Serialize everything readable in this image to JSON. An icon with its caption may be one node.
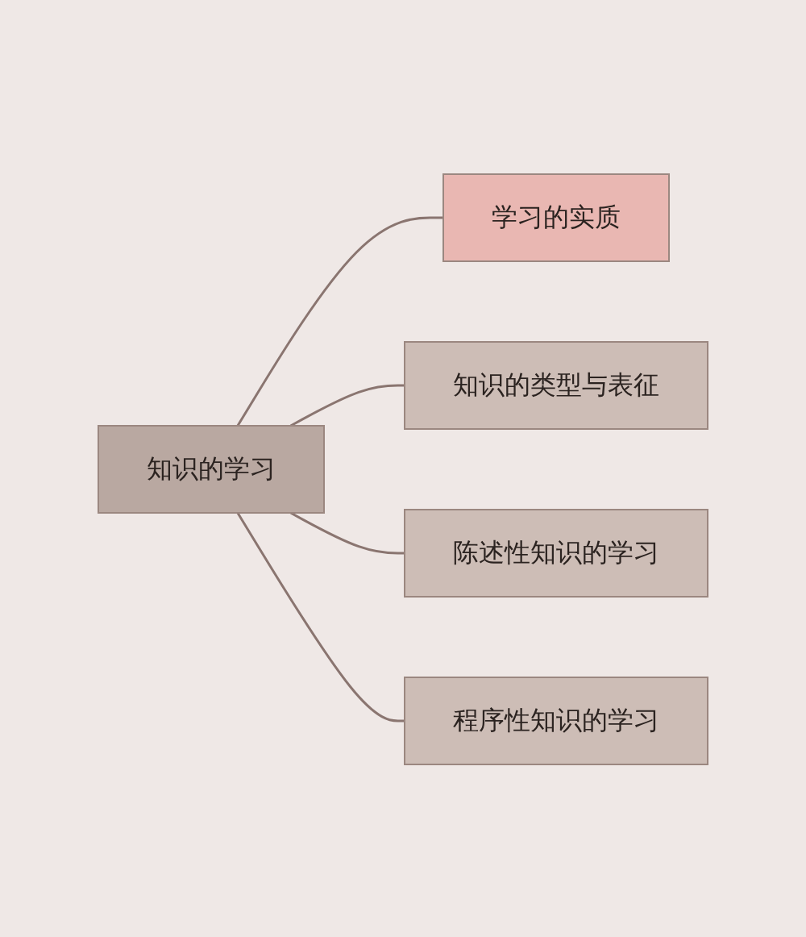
{
  "diagram": {
    "nodes": [
      {
        "text": [
          "知识的学习"
        ]
      },
      {
        "text": [
          "学习的实质"
        ]
      },
      {
        "text": [
          "知识的类型与表征"
        ]
      },
      {
        "text": [
          "陈述性知识的学习"
        ]
      },
      {
        "text": [
          "程序性知识的学习"
        ]
      }
    ],
    "edges": [
      {
        "from": 0,
        "to": 1,
        "arrow": "none"
      },
      {
        "from": 0,
        "to": 2,
        "arrow": "none"
      },
      {
        "from": 0,
        "to": 3,
        "arrow": "none"
      },
      {
        "from": 0,
        "to": 4,
        "arrow": "none"
      }
    ]
  }
}
